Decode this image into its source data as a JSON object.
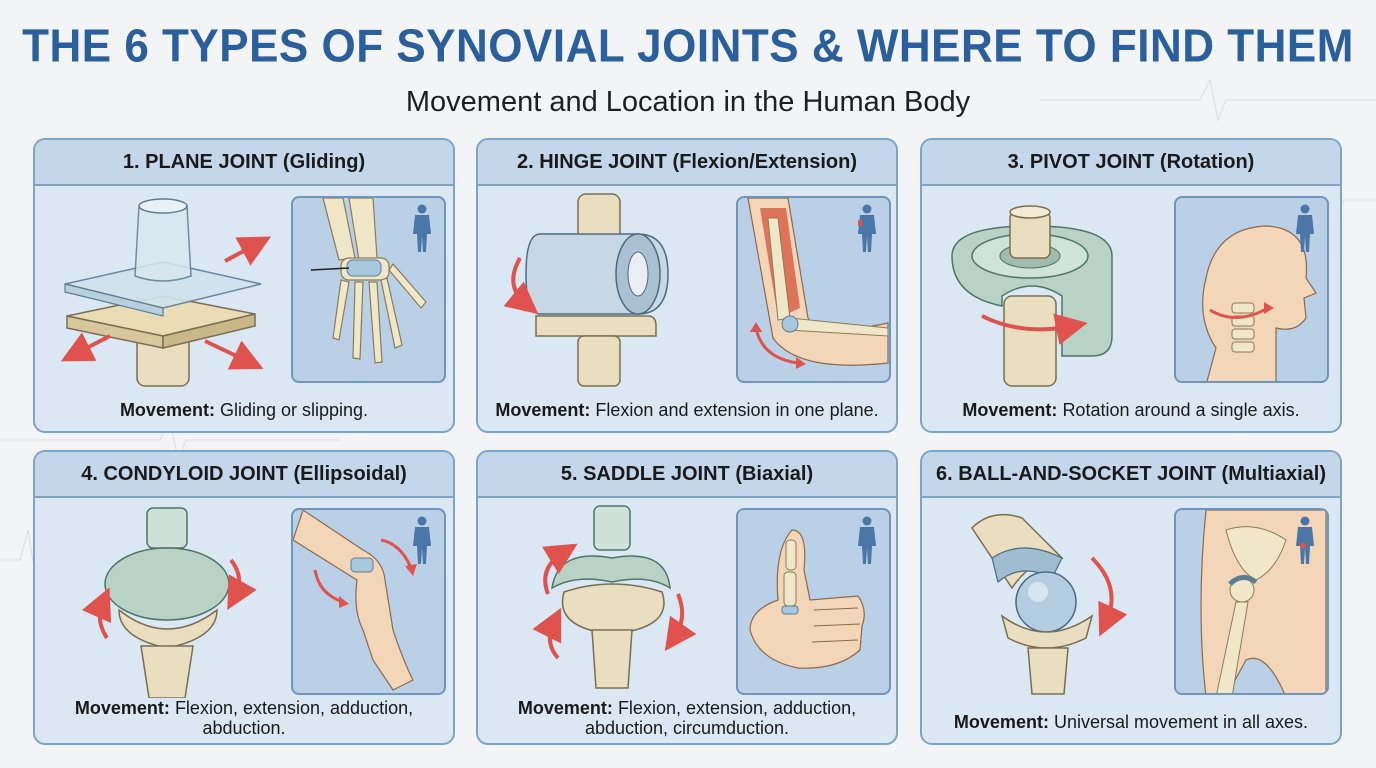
{
  "title": "THE 6 TYPES OF SYNOVIAL JOINTS & WHERE TO FIND THEM",
  "subtitle": "Movement and Location in the Human Body",
  "colors": {
    "title": "#2a5f9c",
    "card_bg": "#dbe7f3",
    "card_header": "#c4d7ea",
    "border": "#7ea3c6",
    "arrow": "#e0524d",
    "bone": "#e9dfc0",
    "cartilage": "#b8d3d6"
  },
  "cards": [
    {
      "heading": "1. PLANE JOINT (Gliding)",
      "movement_label": "Movement:",
      "movement_text": "Gliding or slipping.",
      "icon": "person-silhouette-icon"
    },
    {
      "heading": "2. HINGE JOINT (Flexion/Extension)",
      "movement_label": "Movement:",
      "movement_text": "Flexion and extension in one plane.",
      "icon": "person-silhouette-icon"
    },
    {
      "heading": "3. PIVOT JOINT (Rotation)",
      "movement_label": "Movement:",
      "movement_text": "Rotation around a single axis.",
      "icon": "person-silhouette-icon"
    },
    {
      "heading": "4. CONDYLOID JOINT (Ellipsoidal)",
      "movement_label": "Movement:",
      "movement_text": "Flexion, extension, adduction,",
      "movement_text2": "abduction.",
      "icon": "person-silhouette-icon"
    },
    {
      "heading": "5. SADDLE JOINT (Biaxial)",
      "movement_label": "Movement:",
      "movement_text": "Flexion, extension, adduction,",
      "movement_text2": "abduction, circumduction.",
      "icon": "person-silhouette-icon"
    },
    {
      "heading": "6. BALL-AND-SOCKET JOINT (Multiaxial)",
      "movement_label": "Movement:",
      "movement_text": "Universal movement in all axes.",
      "icon": "person-silhouette-icon"
    }
  ]
}
